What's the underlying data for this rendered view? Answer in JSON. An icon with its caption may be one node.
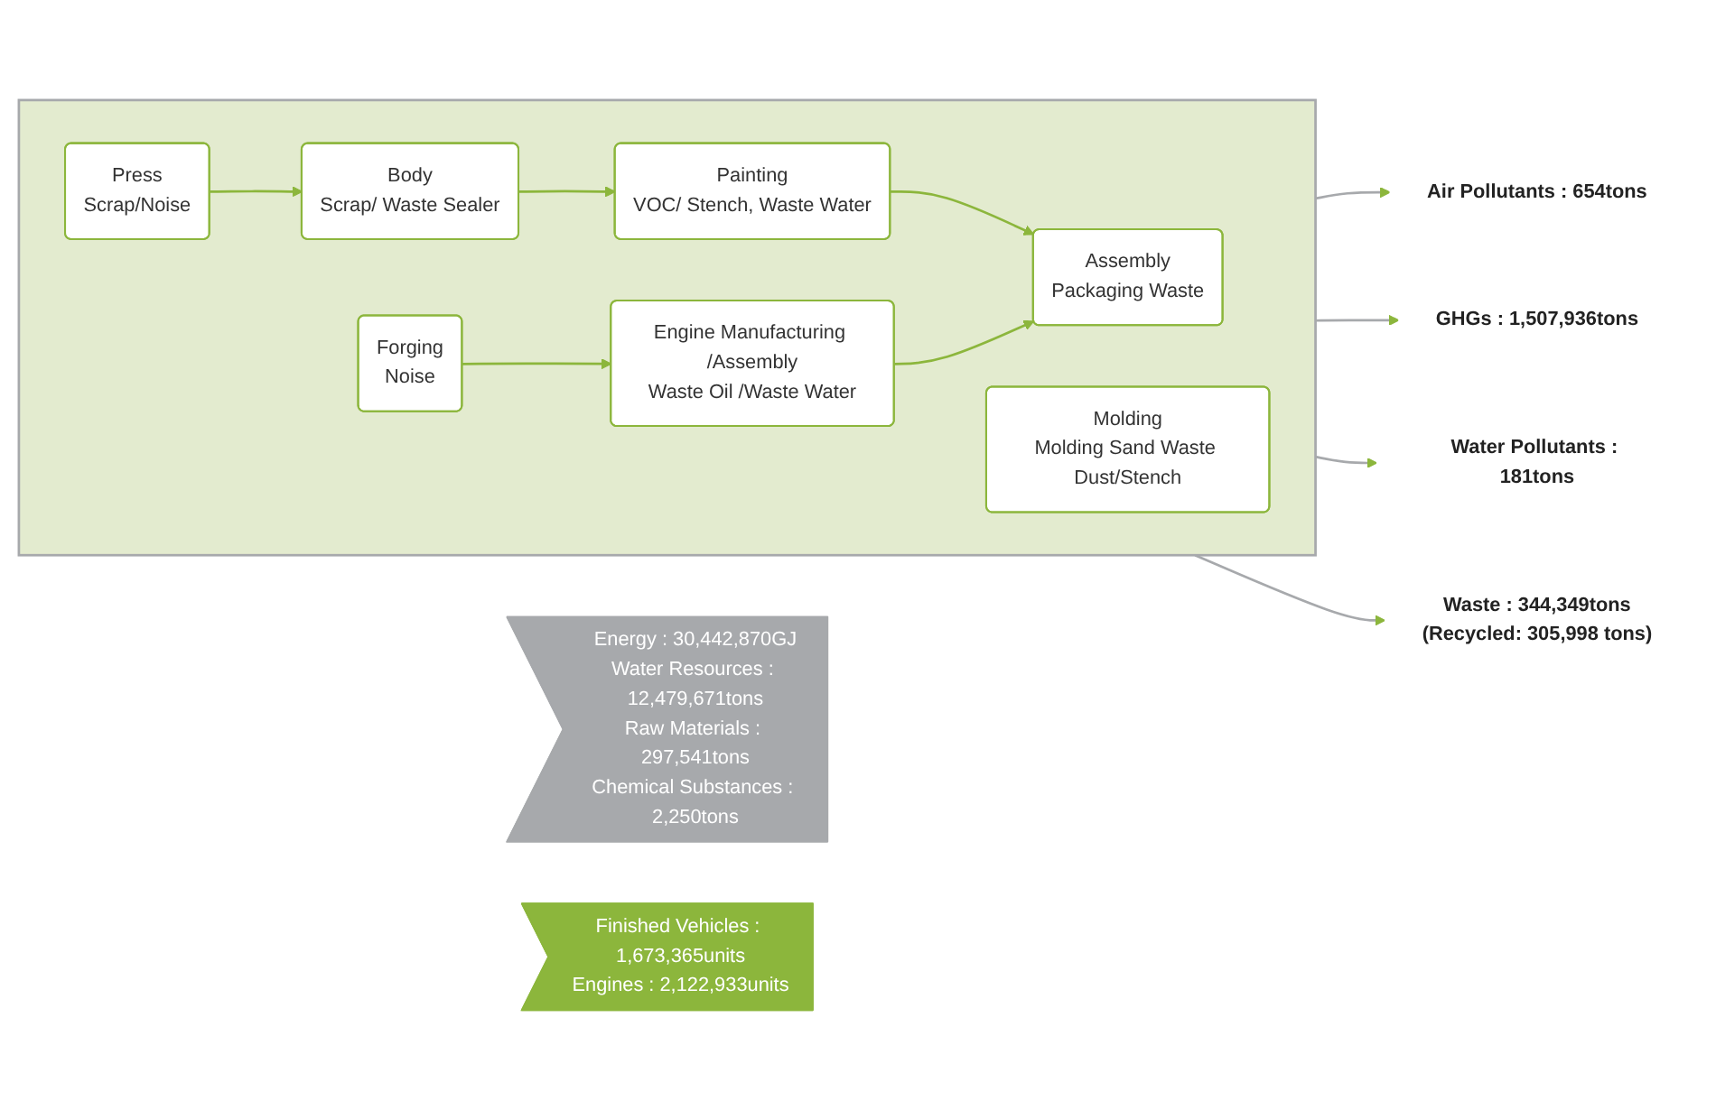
{
  "diagram": {
    "nodes": [
      {
        "text": [
          "Energy : 30,442,870GJ",
          "Water Resources : 12,479,671tons",
          "Raw Materials : 297,541tons",
          "Chemical Substances : 2,250tons"
        ]
      },
      {
        "text": [],
        "shape": "box"
      },
      {
        "text": [
          "Press",
          "Scrap/Noise"
        ],
        "in": 1
      },
      {
        "text": [
          "Body",
          "Scrap/ Waste Sealer"
        ],
        "in": 1
      },
      {
        "text": [
          "Painting",
          "VOC/ Stench, Waste Water"
        ],
        "in": 1
      },
      {
        "text": [
          "Assembly",
          "Packaging Waste"
        ],
        "in": 1
      },
      {
        "text": [
          "Molding",
          "Molding Sand Waste Dust/Stench"
        ],
        "in": 1
      },
      {
        "text": [
          "Forging",
          "Noise"
        ],
        "in": 1
      },
      {
        "text": [
          "Engine Manufacturing /Assembly",
          "Waste Oil /Waste Water"
        ],
        "in": 1
      },
      {
        "text": [
          "Finished Vehicles : 1,673,365units",
          "Engines : 2,122,933units"
        ]
      },
      {
        "text": [
          "Air Pollutants : 654tons"
        ]
      },
      {
        "text": [
          "GHGs : 1,507,936tons"
        ]
      },
      {
        "text": [
          "Water Pollutants : 181tons"
        ]
      },
      {
        "text": [
          "Waste : 344,349tons",
          "(Recycled: 305,998 tons)"
        ]
      }
    ],
    "edges": [
      {
        "from": 2,
        "to": 3,
        "arrow": "to"
      },
      {
        "from": 3,
        "to": 4,
        "arrow": "to"
      },
      {
        "from": 4,
        "to": 5,
        "arrow": "to"
      },
      {
        "from": 7,
        "to": 8,
        "arrow": "to"
      },
      {
        "from": 8,
        "to": 5,
        "arrow": "to"
      },
      {
        "from": 1,
        "to": 10,
        "arrow": "to",
        "color": "#a7a9ac"
      },
      {
        "from": 1,
        "to": 11,
        "arrow": "to",
        "color": "#a7a9ac"
      },
      {
        "from": 1,
        "to": 12,
        "arrow": "to",
        "color": "#a7a9ac"
      },
      {
        "from": 1,
        "to": 13,
        "arrow": "to",
        "color": "#a7a9ac"
      }
    ]
  }
}
